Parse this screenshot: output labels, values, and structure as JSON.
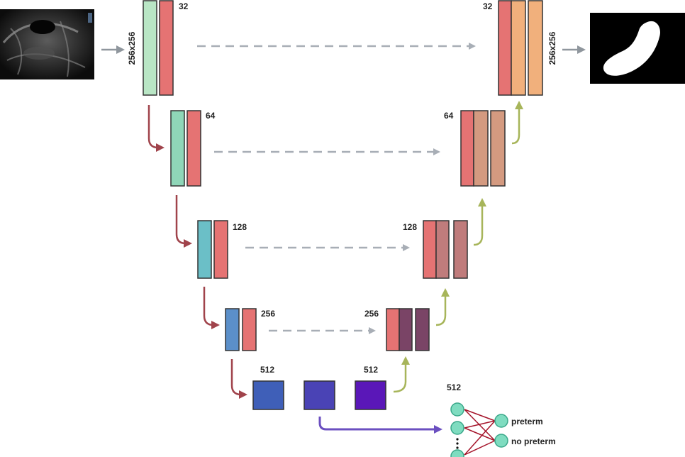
{
  "colors": {
    "enc_block1": "#b9e6c5",
    "enc_block2": "#8fd6b8",
    "enc_block3": "#6bbfc7",
    "enc_block4": "#5b8fc9",
    "enc_red": "#e57373",
    "bottleneck1": "#3f5fb8",
    "bottleneck2": "#4a43b5",
    "bottleneck3": "#5a17b8",
    "dec1_mid": "#f1b07c",
    "dec2_mid": "#d49a80",
    "dec3_mid": "#c07c7c",
    "dec4_mid": "#7a4466",
    "skip_arrow": "#a8aeb6",
    "down_arrow": "#a0434b",
    "up_arrow": "#a7b55a",
    "class_arrow": "#6b4fc0",
    "node_fill": "#7fdcc0",
    "node_stroke": "#3aa88a",
    "fc_lines": "#a5142a",
    "input_arrow": "#8f969d"
  },
  "labels": {
    "input_size": "256x256",
    "output_size": "256x256",
    "enc1_channels": "32",
    "enc2_channels": "64",
    "enc3_channels": "128",
    "enc4_channels": "256",
    "bottleneck_channels": "512",
    "bottleneck_right_channels": "512",
    "dec4_channels": "256",
    "dec3_channels": "128",
    "dec2_channels": "64",
    "dec1_channels": "32",
    "classifier_channels": "512",
    "class_preterm": "preterm",
    "class_no_preterm": "no preterm"
  }
}
